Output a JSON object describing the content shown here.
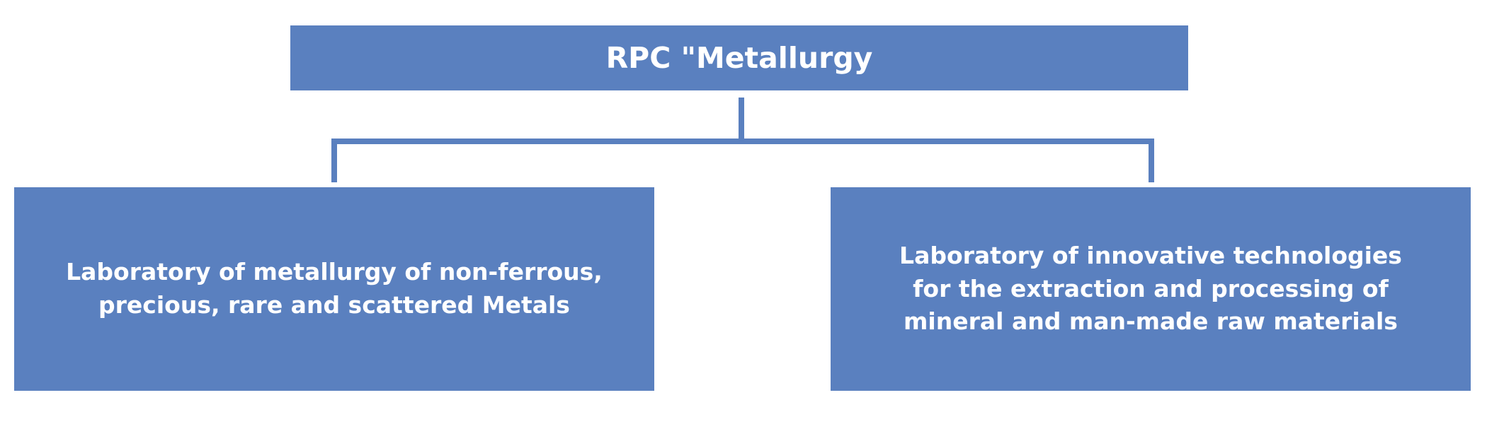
{
  "diagram": {
    "type": "org-chart",
    "root": {
      "label": "RPC \"Metallurgy"
    },
    "children": [
      {
        "label": "Laboratory of metallurgy of non-ferrous,\nprecious, rare and scattered Metals"
      },
      {
        "label": "Laboratory of innovative technologies\nfor the extraction and processing of\nmineral and man-made raw materials"
      }
    ],
    "colors": {
      "box_fill": "#5a80bf",
      "connector": "#5a80bf",
      "text": "#ffffff",
      "background": "#ffffff"
    }
  }
}
